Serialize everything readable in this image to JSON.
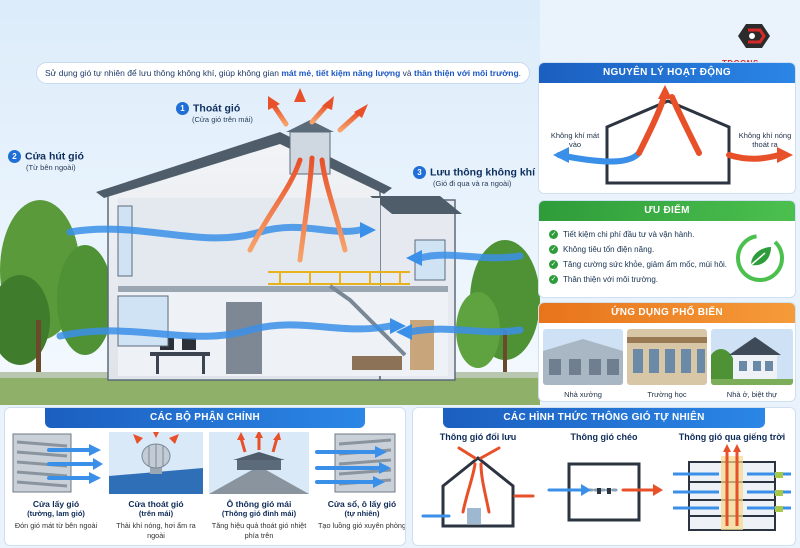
{
  "brand": {
    "name": "TDCONS",
    "red": "#d62828",
    "dark": "#2b2b2b"
  },
  "intro": {
    "part1": "Sử dụng gió tự nhiên để lưu thông không khí, giúp không gian ",
    "hl1": "mát mẻ",
    "sep": ", ",
    "hl2": "tiết kiệm năng lượng",
    "and": " và ",
    "hl3": "thân thiện với môi trường",
    "end": "."
  },
  "callouts": [
    {
      "num": "1",
      "title": "Thoát gió",
      "sub": "(Cửa gió trên mái)"
    },
    {
      "num": "2",
      "title": "Cửa hút gió",
      "sub": "(Từ bên ngoài)"
    },
    {
      "num": "3",
      "title": "Lưu thông không khí",
      "sub": "(Gió đi qua và ra ngoài)"
    }
  ],
  "principle": {
    "title": "NGUYÊN LÝ HOẠT ĐỘNG",
    "left_label": "Không khí mát vào",
    "right_label": "Không khí nóng thoát ra"
  },
  "advantages": {
    "title": "ƯU ĐIỂM",
    "items": [
      "Tiết kiệm chi phí đầu tư và vận hành.",
      "Không tiêu tốn điện năng.",
      "Tăng cường sức khỏe, giảm ẩm mốc, mùi hôi.",
      "Thân thiện với môi trường."
    ]
  },
  "applications": {
    "title": "ỨNG DỤNG PHỔ BIẾN",
    "items": [
      "Nhà xưởng",
      "Trường học",
      "Nhà ở, biệt thự"
    ]
  },
  "components": {
    "title": "CÁC BỘ PHẬN CHÍNH",
    "items": [
      {
        "name": "Cửa lấy gió",
        "sub": "(tường, lam gió)",
        "desc": "Đón gió mát từ bên ngoài"
      },
      {
        "name": "Cửa thoát gió",
        "sub": "(trên mái)",
        "desc": "Thải khí nóng, hơi ẩm ra ngoài"
      },
      {
        "name": "Ô thông gió mái",
        "sub": "(Thông gió đỉnh mái)",
        "desc": "Tăng hiệu quả thoát gió nhiệt phía trên"
      },
      {
        "name": "Cửa sổ, ô lấy gió",
        "sub": "(tự nhiên)",
        "desc": "Tạo luồng gió xuyên phòng"
      }
    ]
  },
  "forms": {
    "title": "CÁC HÌNH THỨC THÔNG GIÓ TỰ NHIÊN",
    "items": [
      "Thông gió đối lưu",
      "Thông gió chéo",
      "Thông gió qua giếng trời"
    ]
  },
  "colors": {
    "accent": "#1b5fc0",
    "hot": "#e8502a",
    "cool": "#3a8fe8",
    "green": "#2e9c3a",
    "orange": "#e8731b"
  }
}
